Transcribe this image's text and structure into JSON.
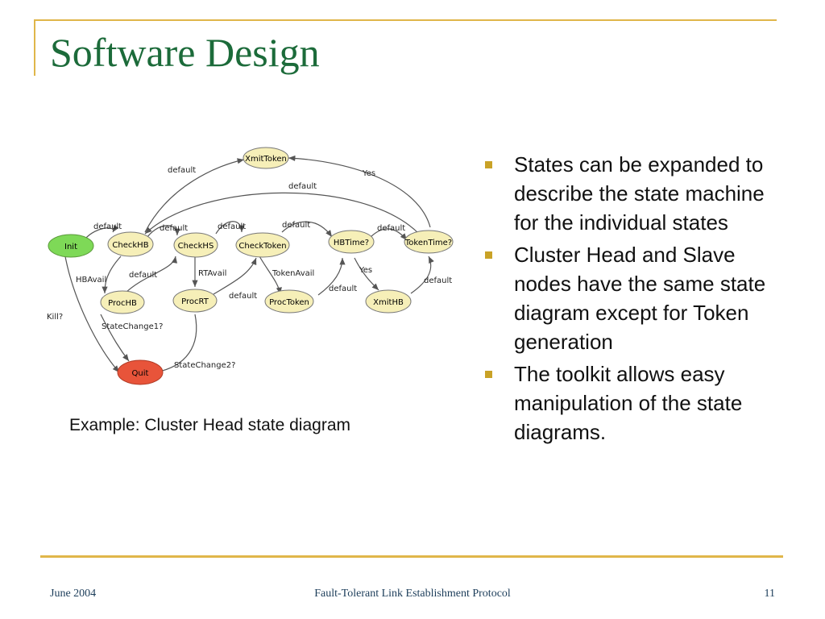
{
  "slide": {
    "title": "Software Design",
    "caption": "Example: Cluster Head state diagram",
    "bullets": [
      "States can be expanded to describe the state machine for the individual states",
      "Cluster Head and Slave nodes have the same state diagram except for Token generation",
      "The toolkit allows easy manipulation of the state diagrams."
    ],
    "footer": {
      "date": "June 2004",
      "center": "Fault-Tolerant Link Establishment Protocol",
      "page": "11"
    }
  },
  "diagram": {
    "colors": {
      "start": "#7ed957",
      "end": "#e8543a",
      "state": "#f6efb8",
      "edge": "#555555"
    },
    "states": [
      {
        "id": "XmitToken",
        "label": "XmitToken"
      },
      {
        "id": "Init",
        "label": "Init"
      },
      {
        "id": "CheckHB",
        "label": "CheckHB"
      },
      {
        "id": "CheckHS",
        "label": "CheckHS"
      },
      {
        "id": "CheckToken",
        "label": "CheckToken"
      },
      {
        "id": "HBTime",
        "label": "HBTime?"
      },
      {
        "id": "TokenTime",
        "label": "TokenTime?"
      },
      {
        "id": "ProcHB",
        "label": "ProcHB"
      },
      {
        "id": "ProcRT",
        "label": "ProcRT"
      },
      {
        "id": "ProcToken",
        "label": "ProcToken"
      },
      {
        "id": "XmitHB",
        "label": "XmitHB"
      },
      {
        "id": "Quit",
        "label": "Quit"
      }
    ],
    "edge_labels": {
      "default": "default",
      "yes": "Yes",
      "hbavail": "HBAvail",
      "rtavail": "RTAvail",
      "tokenavail": "TokenAvail",
      "kill": "Kill?",
      "statechange1": "StateChange1?",
      "statechange2": "StateChange2?"
    }
  }
}
